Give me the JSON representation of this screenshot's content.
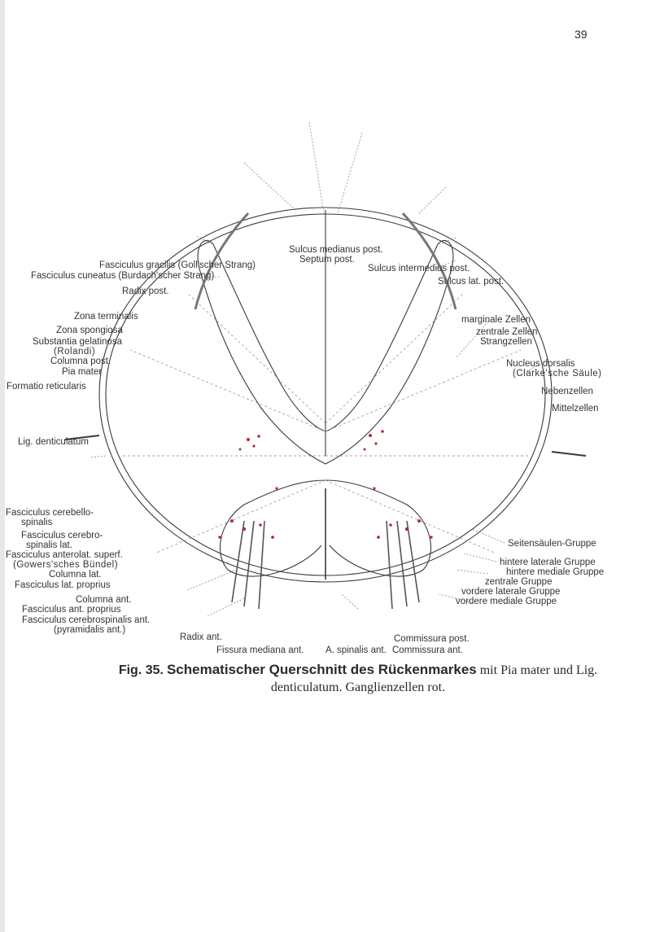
{
  "page_number": "39",
  "figure": {
    "labels": {
      "sulcus_medianus_post": "Sulcus medianus post.",
      "septum_post": "Septum post.",
      "sulcus_intermedius_post": "Sulcus intermedius post.",
      "fasciculus_gracilis": "Fasciculus gracilis (Goll'scher Strang)",
      "fasciculus_cuneatus": "Fasciculus cuneatus (Burdach'scher Strang)",
      "sulcus_lat_post": "Sulcus lat. post.",
      "radix_post": "Radix post.",
      "marginale_zellen": "marginale Zellen",
      "zona_terminalis": "Zona terminalis",
      "zentrale_zellen": "zentrale Zellen",
      "zona_spongiosa": "Zona spongiosa",
      "strangzellen": "Strangzellen",
      "substantia_gelatinosa": "Substantia gelatinosa",
      "rolandi": "(Rolandi)",
      "nucleus_dorsalis": "Nucleus dorsalis",
      "clarkesche_saeule": "(Clarke'sche Säule)",
      "columna_post": "Columna post.",
      "pia_mater": "Pia mater",
      "nebenzellen": "Nebenzellen",
      "formatio_reticularis": "Formatio reticularis",
      "mittelzellen": "Mittelzellen",
      "lig_denticulatum": "Lig. denticulatum",
      "fasciculus_cerebello_spinalis_1": "Fasciculus cerebello-",
      "fasciculus_cerebello_spinalis_2": "spinalis",
      "fasciculus_cerebro_spinalis_lat_1": "Fasciculus cerebro-",
      "fasciculus_cerebro_spinalis_lat_2": "spinalis lat.",
      "seitensaeulen_gruppe": "Seitensäulen-Gruppe",
      "fasciculus_anterolat": "Fasciculus anterolat. superf.",
      "gowers_buendel": "(Gowers'sches Bündel)",
      "hintere_laterale_gruppe": "hintere laterale Gruppe",
      "columna_lat": "Columna lat.",
      "hintere_mediale_gruppe": "hintere mediale Gruppe",
      "fasciculus_lat_proprius": "Fasciculus lat. proprius",
      "zentrale_gruppe": "zentrale Gruppe",
      "columna_ant": "Columna ant.",
      "vordere_laterale_gruppe": "vordere laterale Gruppe",
      "fasciculus_ant_proprius": "Fasciculus ant. proprius",
      "vordere_mediale_gruppe": "vordere mediale Gruppe",
      "fasciculus_cerebrospinalis_ant": "Fasciculus cerebrospinalis ant.",
      "pyramidalis_ant": "(pyramidalis ant.)",
      "radix_ant": "Radix ant.",
      "commissura_post": "Commissura post.",
      "fissura_mediana_ant": "Fissura mediana ant.",
      "a_spinalis_ant": "A. spinalis ant.",
      "commissura_ant": "Commissura ant."
    },
    "colors": {
      "ganglion_cells": "#b03030",
      "ink": "#3a3a3a"
    }
  },
  "caption": {
    "fig": "Fig. 35.",
    "title": "Schematischer Querschnitt des Rückenmarkes",
    "rest": "mit Pia mater und Lig. denticulatum. Ganglienzellen rot."
  }
}
